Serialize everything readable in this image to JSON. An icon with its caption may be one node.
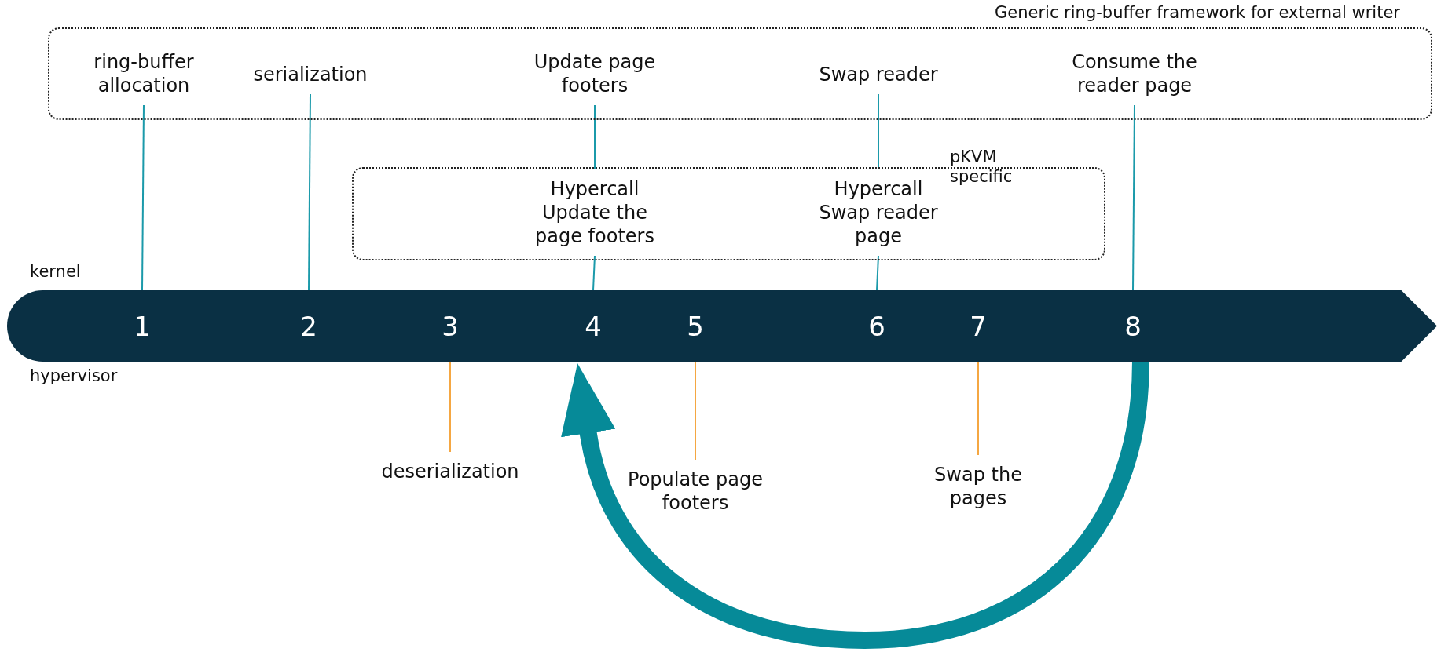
{
  "diagram": {
    "nodes": [
      {
        "text": [
          "Generic ring-buffer framework for external writer"
        ]
      },
      {
        "text": [
          "ring-buffer allocation"
        ],
        "in": 0
      },
      {
        "text": [
          "serialization"
        ],
        "in": 0
      },
      {
        "text": [
          "Update page footers"
        ],
        "in": 0
      },
      {
        "text": [
          "Swap reader"
        ],
        "in": 0
      },
      {
        "text": [
          "Consume the reader page"
        ],
        "in": 0
      },
      {
        "text": [
          "pKVM specific"
        ]
      },
      {
        "text": [
          "Hypercall",
          "Update the page footers"
        ],
        "in": 6
      },
      {
        "text": [
          "Hypercall",
          "Swap reader page"
        ],
        "in": 6
      },
      {
        "text": [],
        "shape": "bar",
        "beside": [
          "kernel",
          "hypervisor"
        ]
      },
      {
        "text": [
          "1"
        ],
        "in": 9
      },
      {
        "text": [
          "2"
        ],
        "in": 9
      },
      {
        "text": [
          "3"
        ],
        "in": 9
      },
      {
        "text": [
          "4"
        ],
        "in": 9
      },
      {
        "text": [
          "5"
        ],
        "in": 9
      },
      {
        "text": [
          "6"
        ],
        "in": 9
      },
      {
        "text": [
          "7"
        ],
        "in": 9
      },
      {
        "text": [
          "8"
        ],
        "in": 9
      },
      {
        "text": [
          "deserialization"
        ]
      },
      {
        "text": [
          "Populate page footers"
        ]
      },
      {
        "text": [
          "Swap the pages"
        ]
      }
    ],
    "edges": [
      {
        "from": 1,
        "to": 10,
        "arrow": "none"
      },
      {
        "from": 2,
        "to": 11,
        "arrow": "none"
      },
      {
        "from": 3,
        "to": 7,
        "arrow": "none"
      },
      {
        "from": 7,
        "to": 13,
        "arrow": "none"
      },
      {
        "from": 4,
        "to": 8,
        "arrow": "none"
      },
      {
        "from": 8,
        "to": 15,
        "arrow": "none"
      },
      {
        "from": 5,
        "to": 17,
        "arrow": "none"
      },
      {
        "from": 18,
        "to": 12,
        "arrow": "none",
        "color": "#f5a742"
      },
      {
        "from": 19,
        "to": 14,
        "arrow": "none",
        "color": "#f5a742"
      },
      {
        "from": 20,
        "to": 16,
        "arrow": "none",
        "color": "#f5a742"
      },
      {
        "from": 17,
        "to": 13,
        "arrow": "to",
        "style": "thick",
        "color": "#068a98"
      }
    ]
  }
}
